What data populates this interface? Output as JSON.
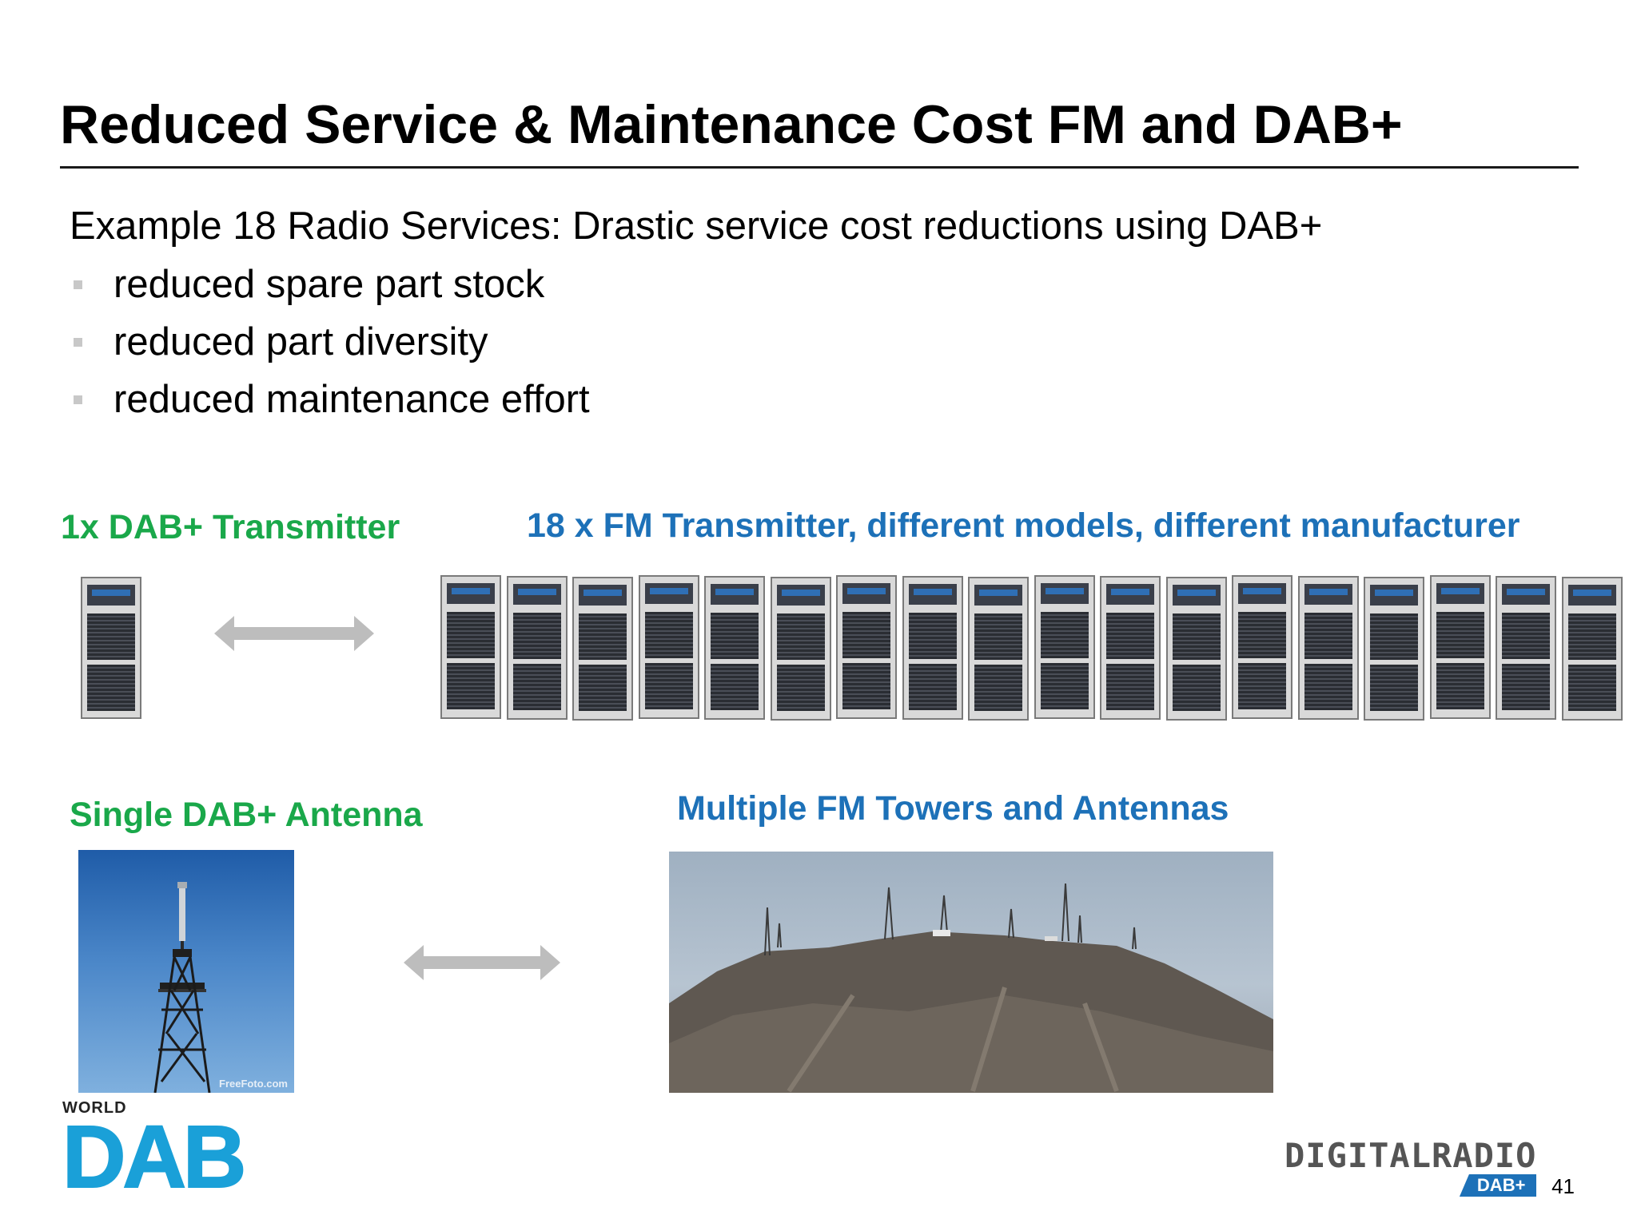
{
  "title": "Reduced Service & Maintenance Cost FM and DAB+",
  "intro": "Example 18 Radio Services:  Drastic service cost reductions using DAB+",
  "bullets": [
    "reduced spare part stock",
    "reduced part diversity",
    "reduced maintenance effort"
  ],
  "dab_transmitter_label": "1x DAB+ Transmitter",
  "fm_transmitter_label": "18 x FM Transmitter, different models, different manufacturer",
  "dab_antenna_label": "Single DAB+ Antenna",
  "fm_towers_label": "Multiple FM Towers and Antennas",
  "photo_watermark": "FreeFoto.com",
  "logos": {
    "world_dab_small": "WORLD",
    "world_dab_big": "DAB",
    "digitalradio": "DIGITALRADIO",
    "digitalradio_badge": "DAB+"
  },
  "page_number": "41",
  "colors": {
    "green": "#1aa84a",
    "blue": "#1d71b8",
    "arrow": "#bdbdbd",
    "world_dab": "#1aa0d8"
  },
  "fm_transmitter_count": 18
}
